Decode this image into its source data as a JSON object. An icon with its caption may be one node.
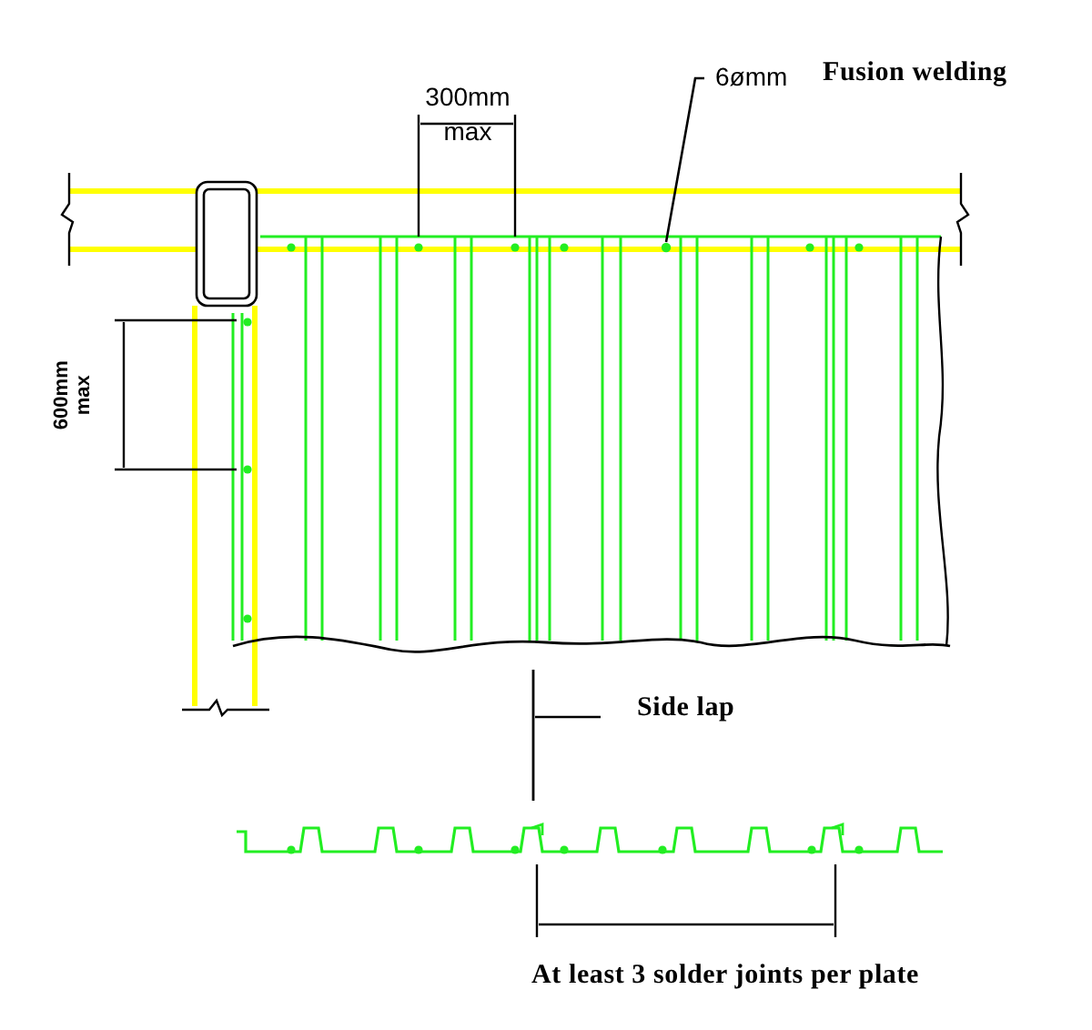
{
  "diagram": {
    "nodes": [
      {
        "text": [
          "6ømm"
        ],
        "beside": [
          "Fusion welding"
        ]
      },
      {
        "text": [],
        "shape": "circle"
      },
      {
        "text": [
          "Side lap"
        ]
      },
      {
        "text": [],
        "shape": "line"
      }
    ],
    "edges": [
      {
        "from": 0,
        "to": 1,
        "arrow": "none"
      },
      {
        "from": 2,
        "to": 3,
        "arrow": "none"
      }
    ],
    "labels": [
      "300mm max",
      "600mm max",
      "At least 3 solder joints per plate"
    ]
  }
}
